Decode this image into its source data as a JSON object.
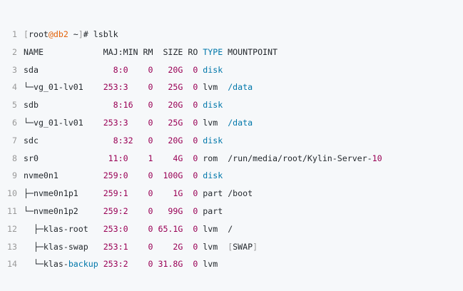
{
  "colors": {
    "background": "#f6f8fa",
    "line_number": "#999999",
    "plain": "#24292e",
    "number": "#990055",
    "keyword": "#0077aa",
    "user": "#e36209",
    "punct": "#999999"
  },
  "code_block": {
    "lines": [
      {
        "number": "1",
        "segments": [
          {
            "t": "[",
            "c": "punct"
          },
          {
            "t": "root",
            "c": "plain"
          },
          {
            "t": "@db2",
            "c": "user"
          },
          {
            "t": " ~",
            "c": "plain"
          },
          {
            "t": "]",
            "c": "punct"
          },
          {
            "t": "# lsblk",
            "c": "plain"
          }
        ]
      },
      {
        "number": "2",
        "segments": [
          {
            "t": "NAME            MAJ:MIN RM  SIZE RO ",
            "c": "plain"
          },
          {
            "t": "TYPE",
            "c": "key"
          },
          {
            "t": " MOUNTPOINT",
            "c": "plain"
          }
        ]
      },
      {
        "number": "3",
        "segments": [
          {
            "t": "sda             ",
            "c": "plain"
          },
          {
            "t": "  8:0    0   20G  0",
            "c": "num"
          },
          {
            "t": " ",
            "c": "plain"
          },
          {
            "t": "disk",
            "c": "key"
          }
        ]
      },
      {
        "number": "4",
        "segments": [
          {
            "t": "└─vg_01-lv01    ",
            "c": "plain"
          },
          {
            "t": "253:3    0   25G  0",
            "c": "num"
          },
          {
            "t": " lvm  ",
            "c": "plain"
          },
          {
            "t": "/data",
            "c": "key"
          }
        ]
      },
      {
        "number": "5",
        "segments": [
          {
            "t": "sdb             ",
            "c": "plain"
          },
          {
            "t": "  8:16   0   20G  0",
            "c": "num"
          },
          {
            "t": " ",
            "c": "plain"
          },
          {
            "t": "disk",
            "c": "key"
          }
        ]
      },
      {
        "number": "6",
        "segments": [
          {
            "t": "└─vg_01-lv01    ",
            "c": "plain"
          },
          {
            "t": "253:3    0   25G  0",
            "c": "num"
          },
          {
            "t": " lvm  ",
            "c": "plain"
          },
          {
            "t": "/data",
            "c": "key"
          }
        ]
      },
      {
        "number": "7",
        "segments": [
          {
            "t": "sdc             ",
            "c": "plain"
          },
          {
            "t": "  8:32   0   20G  0",
            "c": "num"
          },
          {
            "t": " ",
            "c": "plain"
          },
          {
            "t": "disk",
            "c": "key"
          }
        ]
      },
      {
        "number": "8",
        "segments": [
          {
            "t": "sr0             ",
            "c": "plain"
          },
          {
            "t": " 11:0    1    4G  0",
            "c": "num"
          },
          {
            "t": " rom  /run/media/root/Kylin-Server-",
            "c": "plain"
          },
          {
            "t": "10",
            "c": "num"
          }
        ]
      },
      {
        "number": "9",
        "segments": [
          {
            "t": "nvme0n1         ",
            "c": "plain"
          },
          {
            "t": "259:0    0  100G  0",
            "c": "num"
          },
          {
            "t": " ",
            "c": "plain"
          },
          {
            "t": "disk",
            "c": "key"
          }
        ]
      },
      {
        "number": "10",
        "segments": [
          {
            "t": "├─nvme0n1p1     ",
            "c": "plain"
          },
          {
            "t": "259:1    0    1G  0",
            "c": "num"
          },
          {
            "t": " part /boot",
            "c": "plain"
          }
        ]
      },
      {
        "number": "11",
        "segments": [
          {
            "t": "└─nvme0n1p2     ",
            "c": "plain"
          },
          {
            "t": "259:2    0   99G  0",
            "c": "num"
          },
          {
            "t": " part",
            "c": "plain"
          }
        ]
      },
      {
        "number": "12",
        "segments": [
          {
            "t": "  ├─klas-root   ",
            "c": "plain"
          },
          {
            "t": "253:0    0 65.1G  0",
            "c": "num"
          },
          {
            "t": " lvm  /",
            "c": "plain"
          }
        ]
      },
      {
        "number": "13",
        "segments": [
          {
            "t": "  ├─klas-swap   ",
            "c": "plain"
          },
          {
            "t": "253:1    0    2G  0",
            "c": "num"
          },
          {
            "t": " lvm  ",
            "c": "plain"
          },
          {
            "t": "[",
            "c": "punct"
          },
          {
            "t": "SWAP",
            "c": "plain"
          },
          {
            "t": "]",
            "c": "punct"
          }
        ]
      },
      {
        "number": "14",
        "segments": [
          {
            "t": "  └─klas-",
            "c": "plain"
          },
          {
            "t": "backup",
            "c": "key"
          },
          {
            "t": " ",
            "c": "plain"
          },
          {
            "t": "253:2    0 31.8G  0",
            "c": "num"
          },
          {
            "t": " lvm",
            "c": "plain"
          }
        ]
      }
    ]
  }
}
